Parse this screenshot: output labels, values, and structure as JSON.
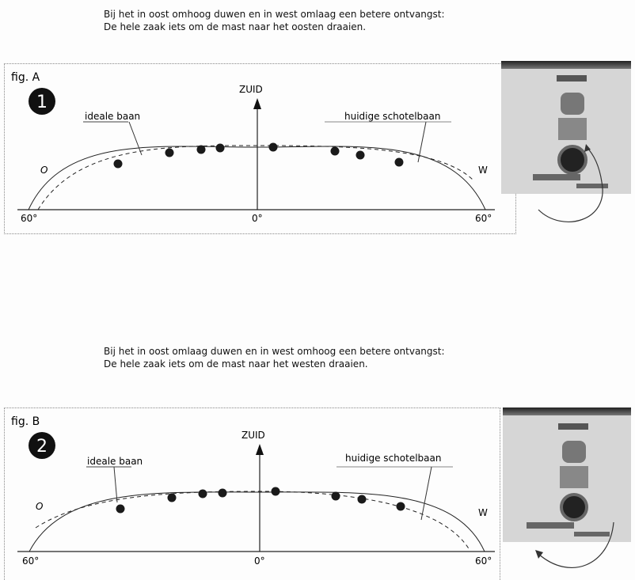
{
  "caption_a": [
    "Bij het in oost omhoog duwen en in west omlaag een betere ontvangst:",
    "De hele zaak iets om de mast naar het oosten draaien."
  ],
  "caption_b": [
    "Bij het in oost omlaag duwen en in west omhoog een betere ontvangst:",
    "De hele zaak iets om de mast naar het westen draaien."
  ],
  "fig_a": {
    "label": "fig. A",
    "badge": "1",
    "zuid": "ZUID",
    "ideal": "ideale baan",
    "current": "huidige schotelbaan",
    "east": "O",
    "west": "W",
    "left_deg": "60°",
    "mid_deg": "0°",
    "right_deg": "60°"
  },
  "fig_b": {
    "label": "fig. B",
    "badge": "2",
    "zuid": "ZUID",
    "ideal": "ideale baan",
    "current": "huidige schotelbaan",
    "east": "O",
    "west": "W",
    "left_deg": "60°",
    "mid_deg": "0°",
    "right_deg": "60°"
  }
}
